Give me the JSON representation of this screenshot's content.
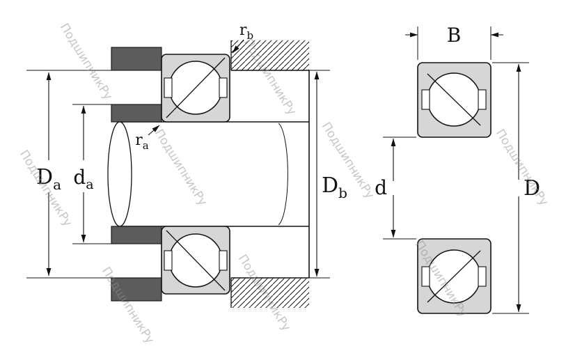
{
  "title": "Angular contact ball bearing dimension drawing",
  "watermark": {
    "text": "ПодшипникРу"
  },
  "left_view": {
    "dim_housing_shoulder": {
      "main": "D",
      "sub": "a"
    },
    "dim_shaft_shoulder": {
      "main": "d",
      "sub": "a"
    },
    "dim_housing_bore": {
      "main": "D",
      "sub": "b"
    },
    "fillet_inner": {
      "main": "r",
      "sub": "a"
    },
    "fillet_outer": {
      "main": "r",
      "sub": "b"
    }
  },
  "right_view": {
    "dim_width": "B",
    "dim_bore": "d",
    "dim_outer": "D"
  },
  "colors": {
    "line": "#111111",
    "ring_fill": "#d6d6d6",
    "spacer_fill": "#5c5c5c",
    "watermark": "#8a9199",
    "background": "#ffffff"
  }
}
